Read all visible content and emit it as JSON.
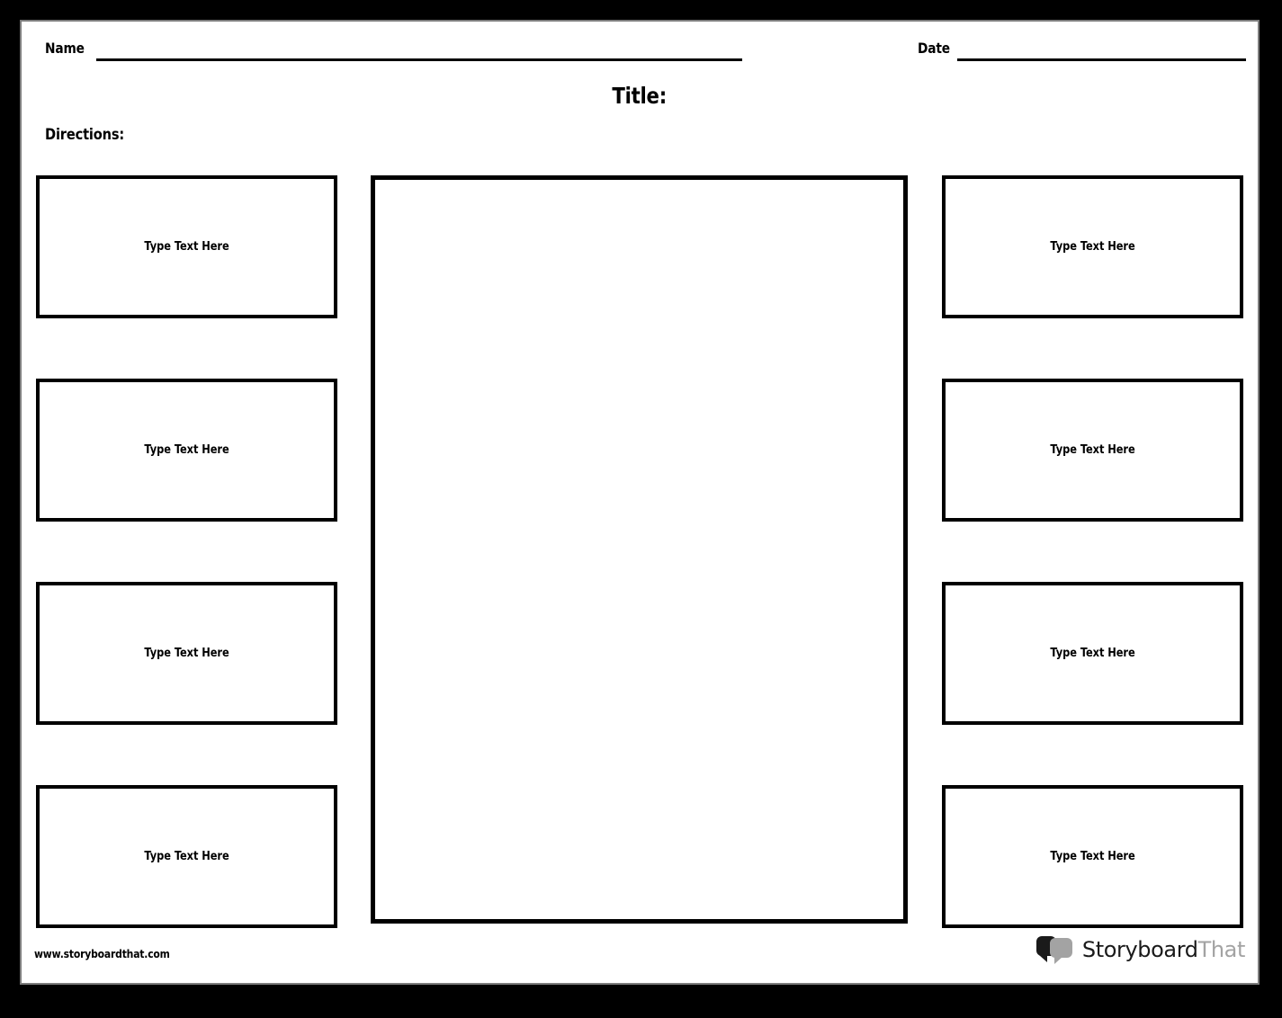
{
  "page": {
    "background_color": "#ffffff",
    "frame_color": "#000000",
    "inner_border_color": "#7d7d7d"
  },
  "header": {
    "name_label": "Name",
    "date_label": "Date",
    "name_value": "",
    "date_value": "",
    "name_placeholder": "",
    "date_placeholder": ""
  },
  "title": {
    "text": "Title:"
  },
  "directions": {
    "label": "Directions:",
    "text": ""
  },
  "cells": {
    "placeholder": "Type Text Here",
    "left": [
      {
        "id": "left-1",
        "placeholder": "Type Text Here",
        "value": ""
      },
      {
        "id": "left-2",
        "placeholder": "Type Text Here",
        "value": ""
      },
      {
        "id": "left-3",
        "placeholder": "Type Text Here",
        "value": ""
      },
      {
        "id": "left-4",
        "placeholder": "Type Text Here",
        "value": ""
      }
    ],
    "center": {
      "id": "center",
      "placeholder": "",
      "value": ""
    },
    "right": [
      {
        "id": "right-1",
        "placeholder": "Type Text Here",
        "value": ""
      },
      {
        "id": "right-2",
        "placeholder": "Type Text Here",
        "value": ""
      },
      {
        "id": "right-3",
        "placeholder": "Type Text Here",
        "value": ""
      },
      {
        "id": "right-4",
        "placeholder": "Type Text Here",
        "value": ""
      }
    ]
  },
  "footer": {
    "url": "www.storyboardthat.com",
    "logo": {
      "icon": "speech-bubbles-icon",
      "word_dark": "Storyboard",
      "word_light": "That",
      "dark_color": "#1a1a1a",
      "light_color": "#a3a3a3"
    }
  }
}
